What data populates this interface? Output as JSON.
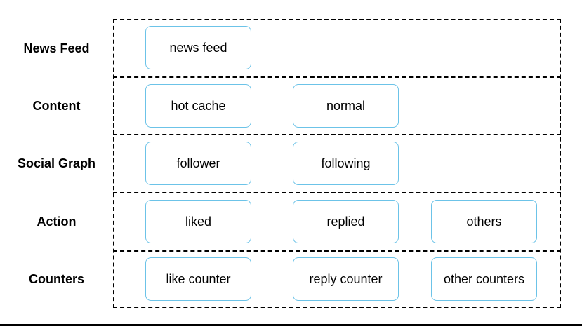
{
  "layers": [
    {
      "label": "News Feed",
      "boxes": [
        "news feed"
      ]
    },
    {
      "label": "Content",
      "boxes": [
        "hot cache",
        "normal"
      ]
    },
    {
      "label": "Social Graph",
      "boxes": [
        "follower",
        "following"
      ]
    },
    {
      "label": "Action",
      "boxes": [
        "liked",
        "replied",
        "others"
      ]
    },
    {
      "label": "Counters",
      "boxes": [
        "like counter",
        "reply counter",
        "other counters"
      ]
    }
  ],
  "colors": {
    "box_border": "#6cc3e8",
    "frame": "#000000"
  }
}
